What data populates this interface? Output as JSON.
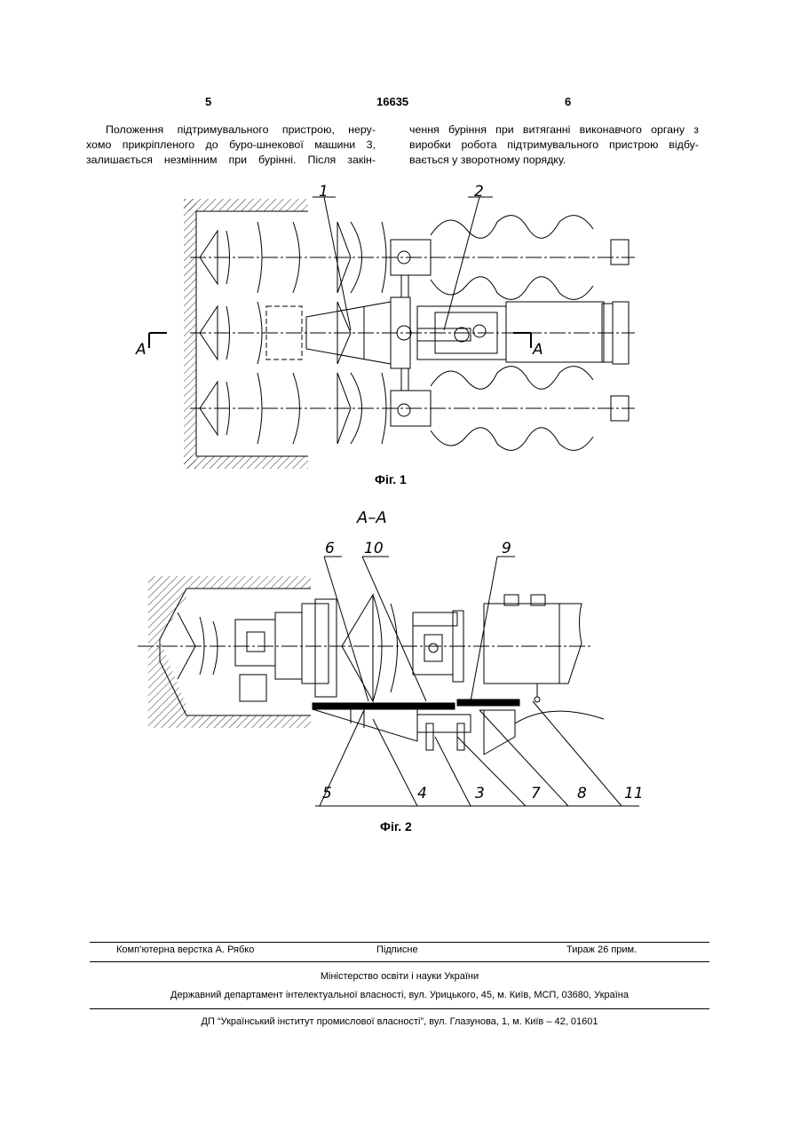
{
  "header": {
    "left_page": "5",
    "patent_number": "16635",
    "right_page": "6"
  },
  "body_text": {
    "left_column": [
      "Положення підтримувального пристрою, неру-",
      "хомо прикріпленого до буро-шнекової машини 3,",
      "залишається незмінним при бурінні. Після закін-"
    ],
    "right_column": [
      "чення буріння при витяганні виконавчого органу з",
      "виробки робота підтримувального пристрою відбу-",
      "вається у зворотному порядку."
    ]
  },
  "figure1": {
    "caption": "Фіг. 1",
    "labels": {
      "callout_1": "1",
      "callout_2": "2",
      "section_left": "А",
      "section_right": "А"
    }
  },
  "figure2": {
    "section_title": "А–А",
    "caption": "Фіг. 2",
    "labels": {
      "c6": "6",
      "c10": "10",
      "c9": "9",
      "c5": "5",
      "c4": "4",
      "c3": "3",
      "c7": "7",
      "c8": "8",
      "c11": "11"
    }
  },
  "footer": {
    "layout": "Комп’ютерна верстка А. Рябко",
    "signed": "Підписне",
    "circulation": "Тираж 26 прим.",
    "ministry": "Міністерство освіти і науки України",
    "department": "Державний департамент інтелектуальної власності, вул. Урицького, 45, м. Київ, МСП, 03680, Україна",
    "institute": "ДП “Український інститут промислової власності”, вул. Глазунова, 1, м. Київ – 42, 01601"
  }
}
